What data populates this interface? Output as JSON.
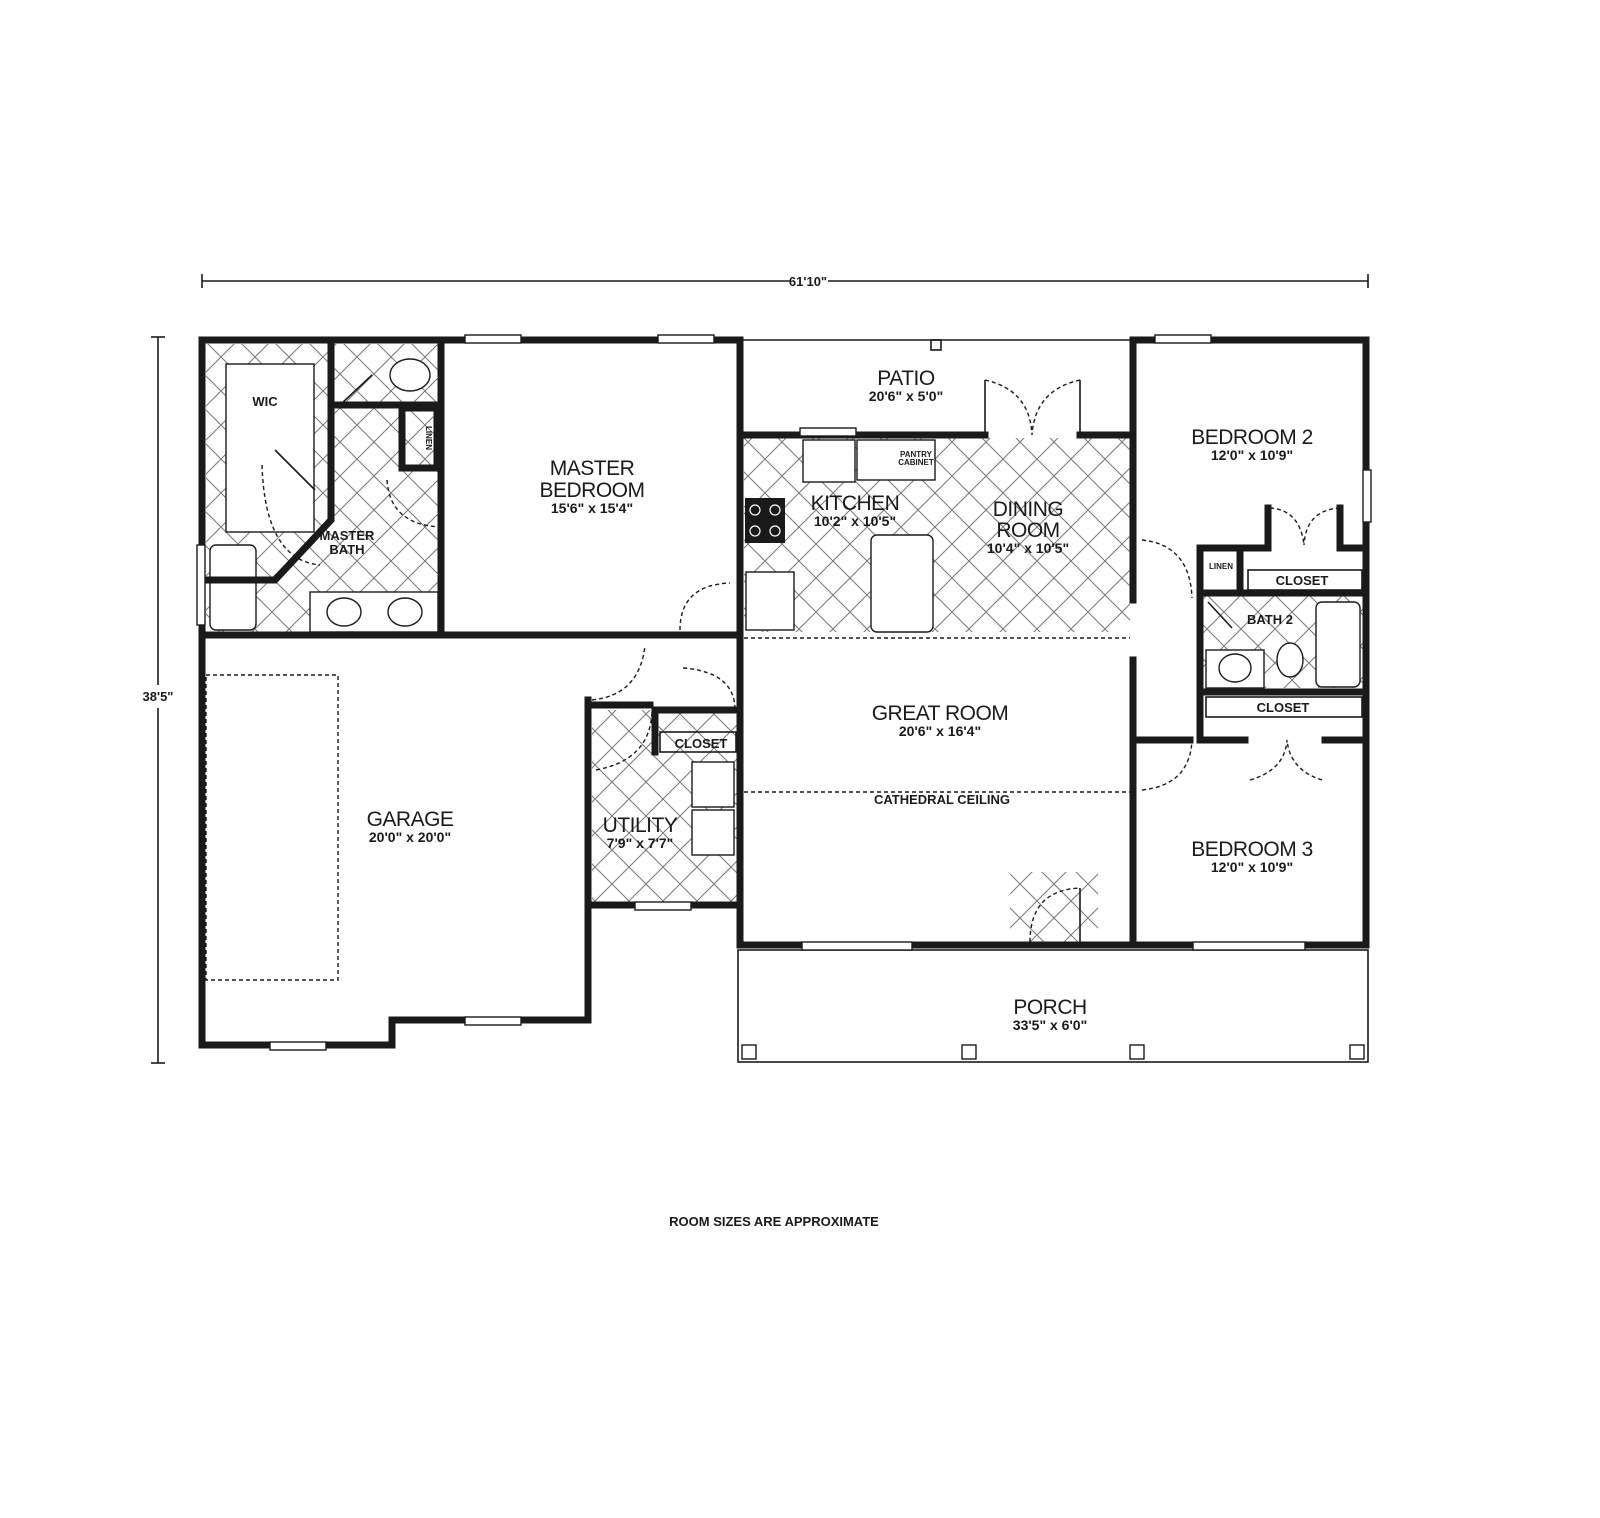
{
  "dimensions": {
    "width": "61'10\"",
    "depth": "38'5\""
  },
  "rooms": {
    "wic": {
      "name": "WIC"
    },
    "master_bath": {
      "name_line1": "MASTER",
      "name_line2": "BATH"
    },
    "master_bedroom": {
      "name_line1": "MASTER",
      "name_line2": "BEDROOM",
      "size": "15'6\" x 15'4\""
    },
    "patio": {
      "name": "PATIO",
      "size": "20'6\" x 5'0\""
    },
    "kitchen": {
      "name": "KITCHEN",
      "size": "10'2\" x 10'5\""
    },
    "dining_room": {
      "name_line1": "DINING",
      "name_line2": "ROOM",
      "size": "10'4\" x 10'5\""
    },
    "bedroom2": {
      "name": "BEDROOM 2",
      "size": "12'0\" x 10'9\""
    },
    "bath2": {
      "name": "BATH 2"
    },
    "great_room": {
      "name": "GREAT ROOM",
      "size": "20'6\" x 16'4\""
    },
    "garage": {
      "name": "GARAGE",
      "size": "20'0\" x 20'0\""
    },
    "utility": {
      "name": "UTILITY",
      "size": "7'9\" x 7'7\""
    },
    "bedroom3": {
      "name": "BEDROOM 3",
      "size": "12'0\" x 10'9\""
    },
    "porch": {
      "name": "PORCH",
      "size": "33'5\" x 6'0\""
    }
  },
  "labels": {
    "linen_master": "LINEN",
    "linen_bath2": "LINEN",
    "pantry_line1": "PANTRY",
    "pantry_line2": "CABINET",
    "closet_bedroom2": "CLOSET",
    "closet_hall": "CLOSET",
    "closet_utility": "CLOSET",
    "cathedral_ceiling": "CATHEDRAL CEILING"
  },
  "note": "ROOM SIZES ARE APPROXIMATE"
}
